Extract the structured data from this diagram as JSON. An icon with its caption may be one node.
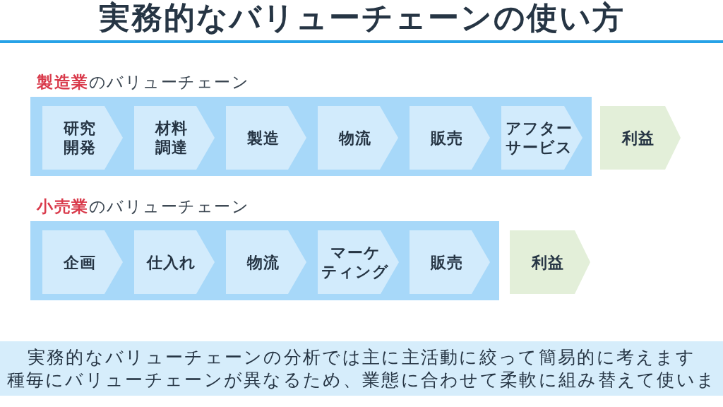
{
  "diagram": {
    "title": "実務的なバリューチェーンの使い方",
    "nodes": [
      {
        "text": [
          "**製造業**のバリューチェーン"
        ]
      },
      {
        "text": [
          "研究開発"
        ],
        "in": 0
      },
      {
        "text": [
          "材料調達"
        ],
        "in": 0
      },
      {
        "text": [
          "製造"
        ],
        "in": 0
      },
      {
        "text": [
          "物流"
        ],
        "in": 0
      },
      {
        "text": [
          "販売"
        ],
        "in": 0
      },
      {
        "text": [
          "アフターサービス"
        ],
        "in": 0
      },
      {
        "text": [
          "利益"
        ]
      },
      {
        "text": [
          "**小売業**のバリューチェーン"
        ]
      },
      {
        "text": [
          "企画"
        ],
        "in": 8
      },
      {
        "text": [
          "仕入れ"
        ],
        "in": 8
      },
      {
        "text": [
          "物流"
        ],
        "in": 8
      },
      {
        "text": [
          "マーケティング"
        ],
        "in": 8
      },
      {
        "text": [
          "販売"
        ],
        "in": 8
      },
      {
        "text": [
          "利益"
        ]
      },
      {
        "text": [
          "実務的なバリューチェーンの分析では主に主活動に絞って簡易的に考えます",
          "種毎にバリューチェーンが異なるため、業態に合わせて柔軟に組み替えて使いま"
        ]
      }
    ]
  }
}
